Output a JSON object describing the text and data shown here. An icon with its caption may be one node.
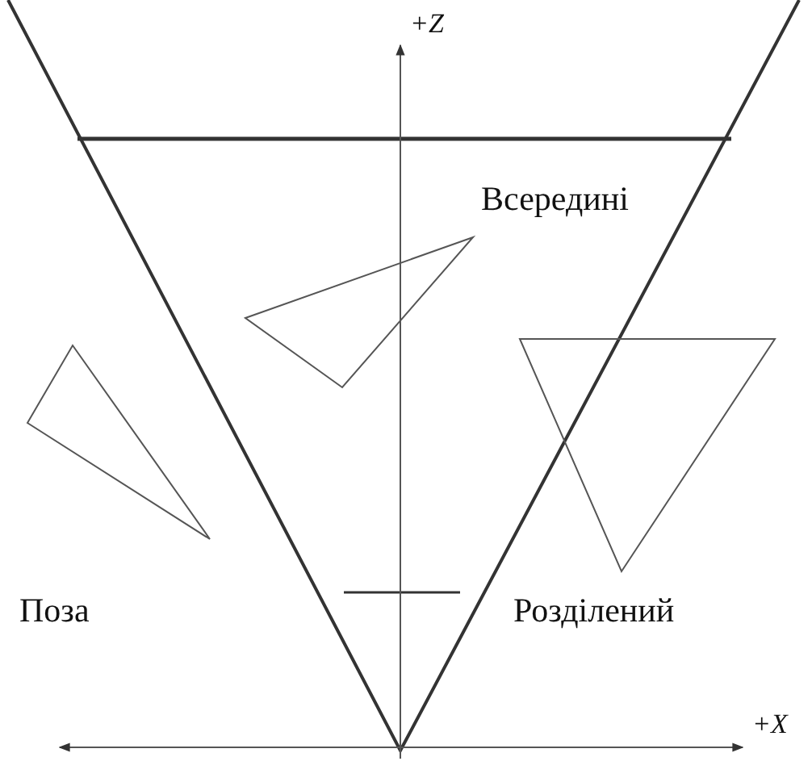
{
  "diagram": {
    "labels": [
      "+Z",
      "Всередині",
      "Поза",
      "Розділений",
      "+X"
    ]
  }
}
